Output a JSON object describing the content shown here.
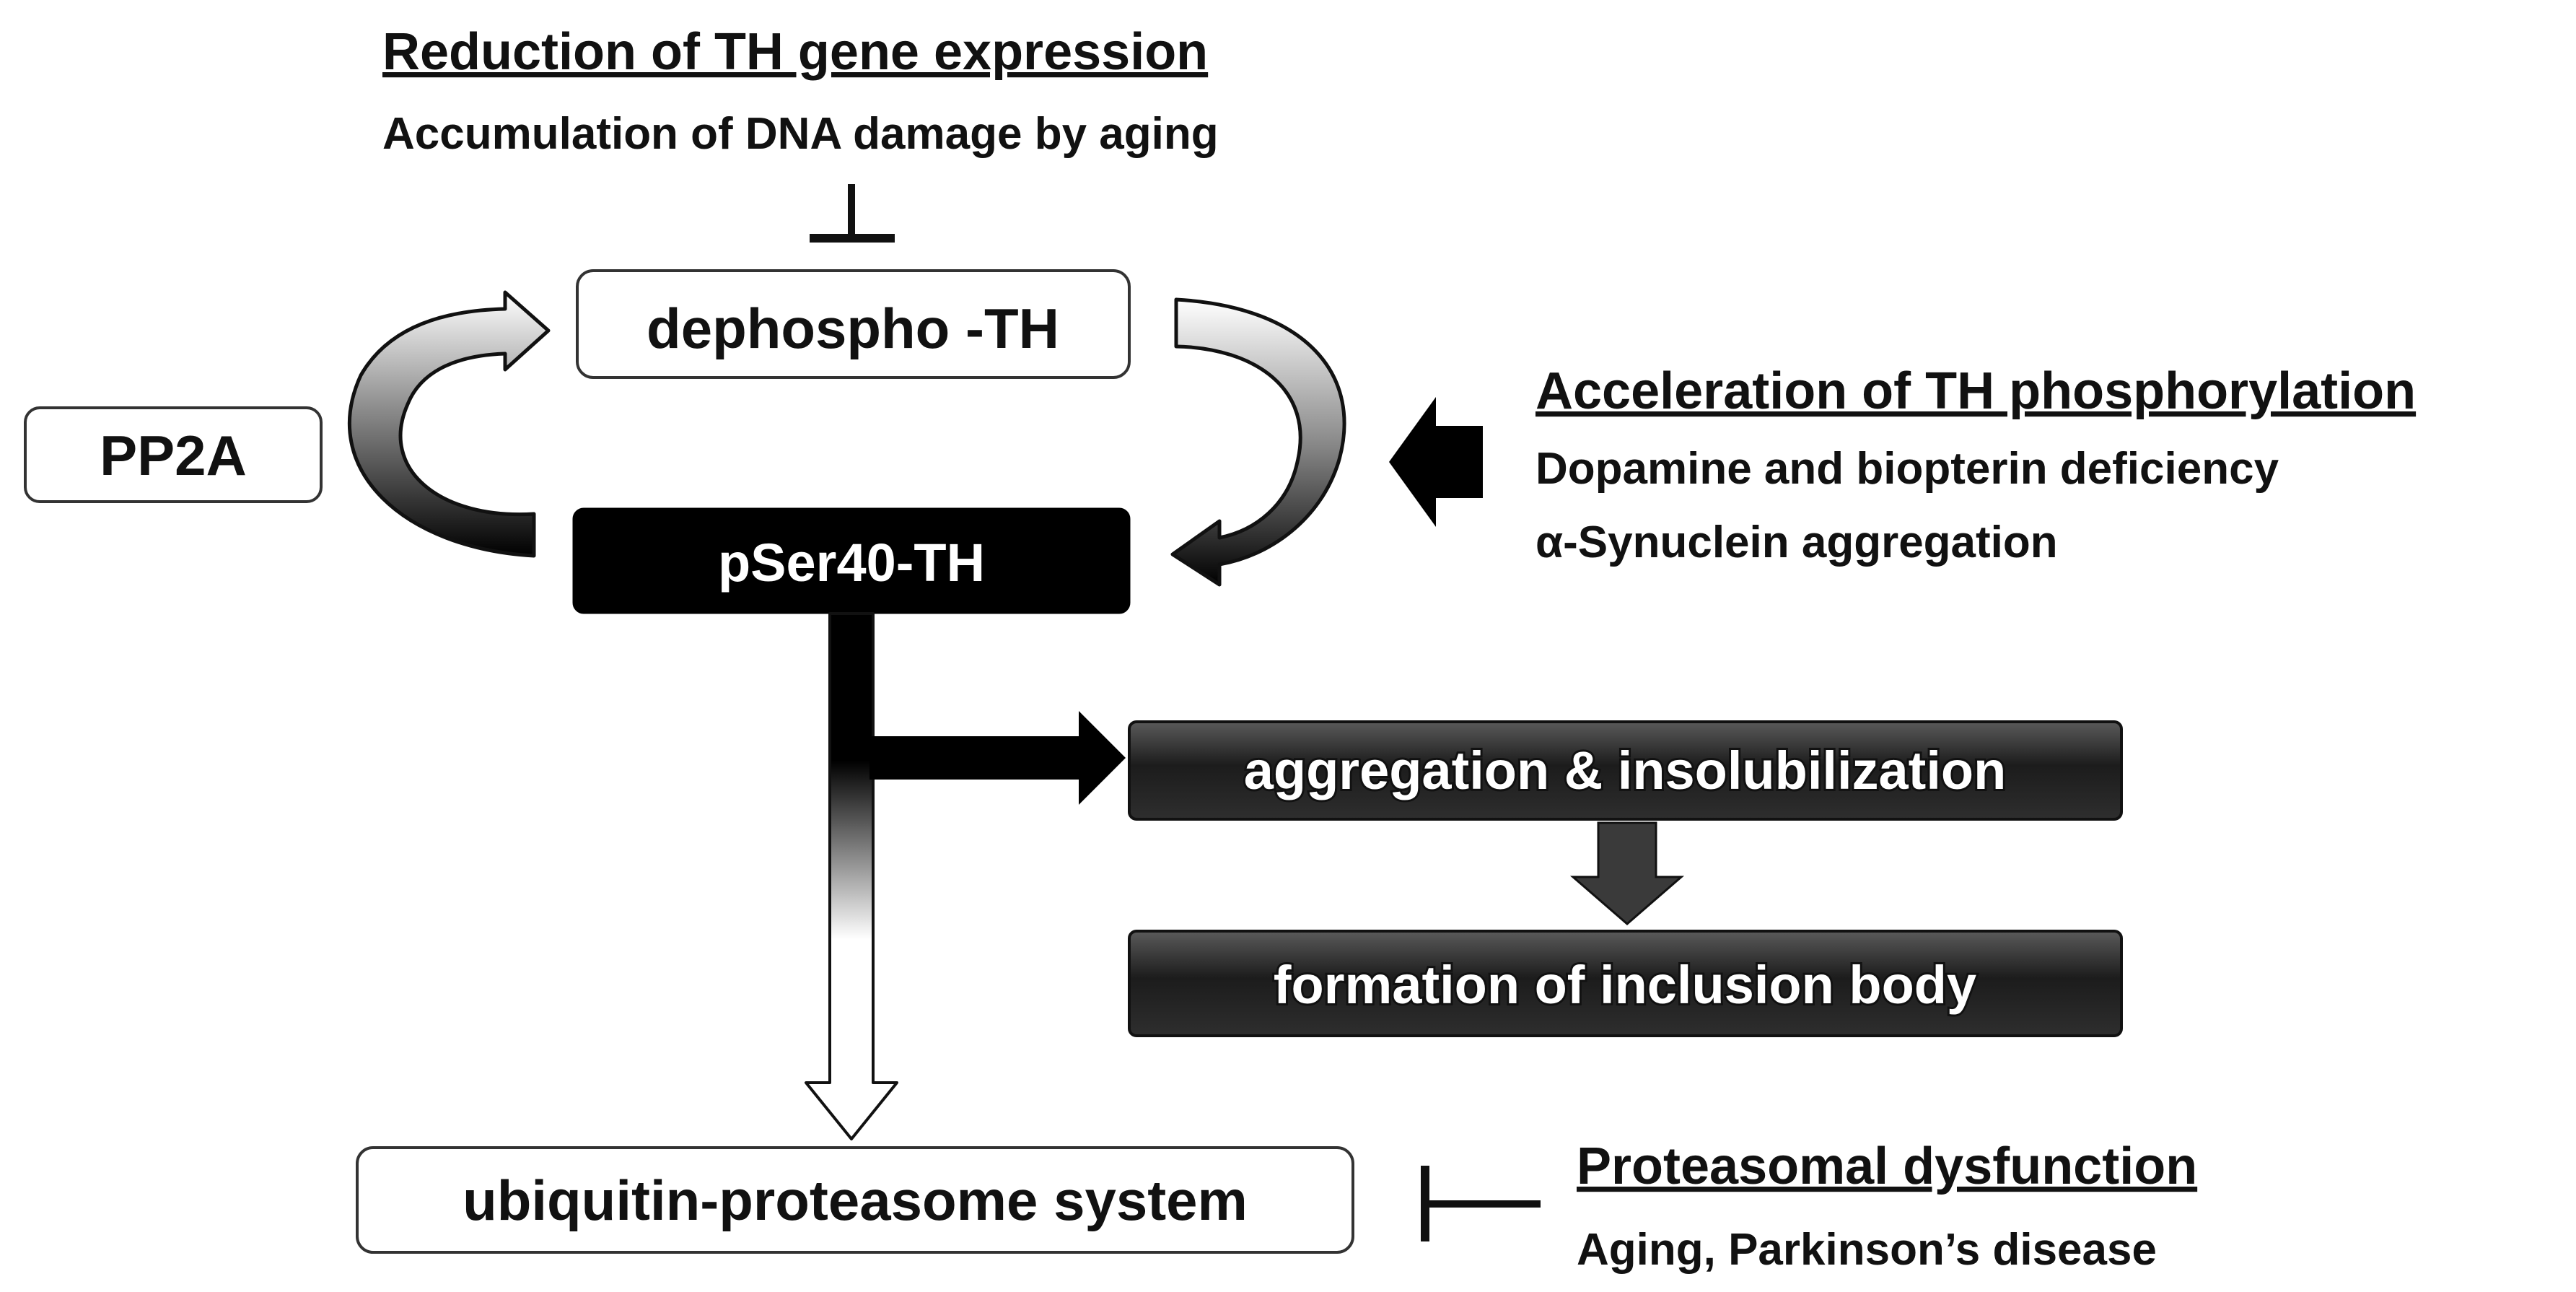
{
  "top": {
    "heading": "Reduction of TH gene expression",
    "subtext": "Accumulation  of DNA damage by aging"
  },
  "nodes": {
    "dephospho": "dephospho -TH",
    "pser40": "pSer40-TH",
    "pp2a": "PP2A",
    "aggregation": "aggregation & insolubilization",
    "inclusion": "formation of inclusion body",
    "ups": "ubiquitin-proteasome system"
  },
  "right_top": {
    "heading": "Acceleration of TH phosphorylation",
    "lines": [
      "Dopamine and biopterin deficiency",
      "α-Synuclein aggregation"
    ]
  },
  "bottom_right": {
    "heading": "Proteasomal dysfunction",
    "subtext": "Aging, Parkinson’s disease"
  },
  "colors": {
    "ink": "#111111",
    "background": "#ffffff",
    "process_box": "#2b2b2b"
  }
}
